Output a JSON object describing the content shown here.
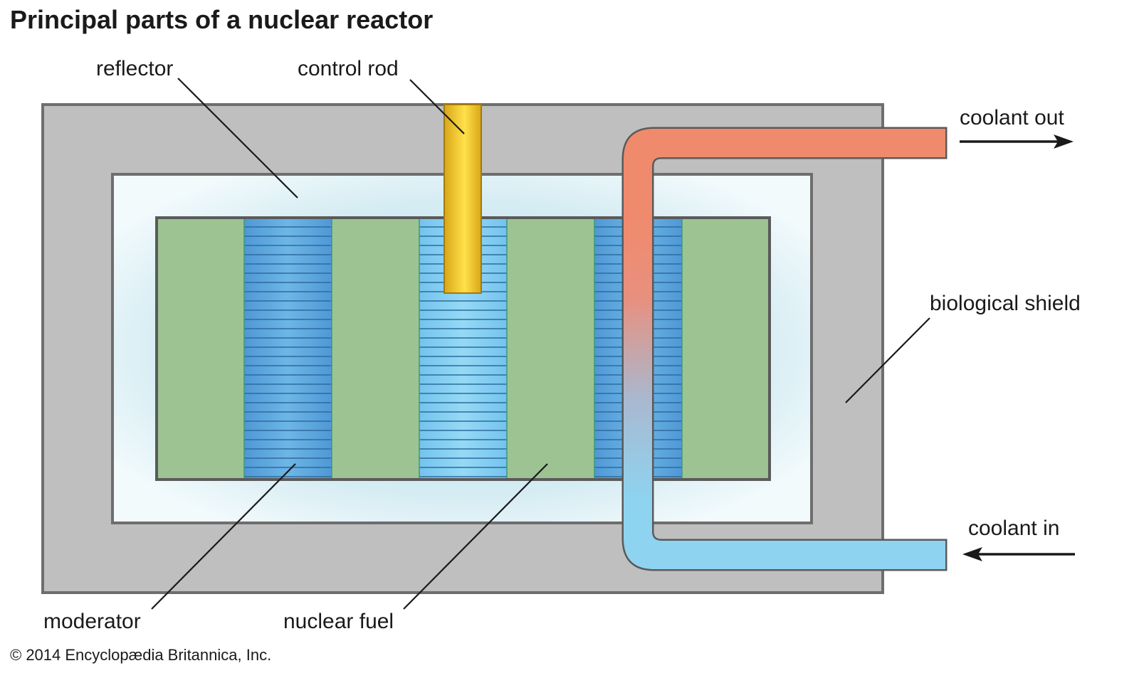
{
  "title": "Principal parts of a nuclear reactor",
  "labels": {
    "reflector": "reflector",
    "control_rod": "control rod",
    "coolant_out": "coolant out",
    "biological_shield": "biological shield",
    "coolant_in": "coolant in",
    "moderator": "moderator",
    "nuclear_fuel": "nuclear fuel"
  },
  "copyright": "© 2014 Encyclopædia Britannica, Inc.",
  "colors": {
    "shield": "#bfbfbf",
    "reflector": "#e6f4f8",
    "fuel": "#9dc393",
    "moderator_dark": "#5ba6dd",
    "moderator_light": "#86d0f0",
    "control_rod": "#f2c92a",
    "coolant_hot": "#f08a6c",
    "coolant_cold": "#8ed3f0"
  }
}
